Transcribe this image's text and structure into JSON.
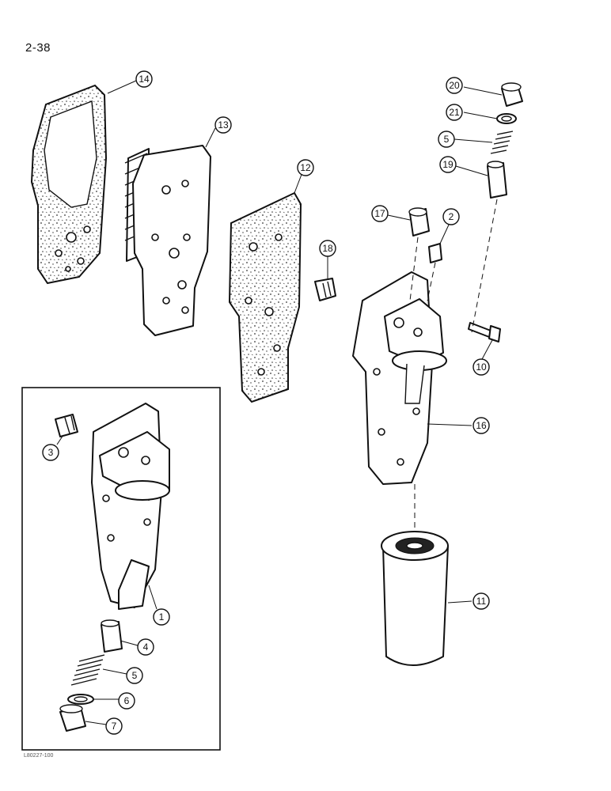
{
  "page": {
    "page_number": "2-38",
    "reference_code": "L80227-100"
  },
  "callouts": [
    {
      "id": "c1",
      "label": "1"
    },
    {
      "id": "c2",
      "label": "2"
    },
    {
      "id": "c3",
      "label": "3"
    },
    {
      "id": "c4",
      "label": "4"
    },
    {
      "id": "c5a",
      "label": "5"
    },
    {
      "id": "c5b",
      "label": "5"
    },
    {
      "id": "c6",
      "label": "6"
    },
    {
      "id": "c7",
      "label": "7"
    },
    {
      "id": "c10",
      "label": "10"
    },
    {
      "id": "c11",
      "label": "11"
    },
    {
      "id": "c12",
      "label": "12"
    },
    {
      "id": "c13",
      "label": "13"
    },
    {
      "id": "c14",
      "label": "14"
    },
    {
      "id": "c16",
      "label": "16"
    },
    {
      "id": "c17",
      "label": "17"
    },
    {
      "id": "c18",
      "label": "18"
    },
    {
      "id": "c19",
      "label": "19"
    },
    {
      "id": "c20",
      "label": "20"
    },
    {
      "id": "c21",
      "label": "21"
    }
  ]
}
